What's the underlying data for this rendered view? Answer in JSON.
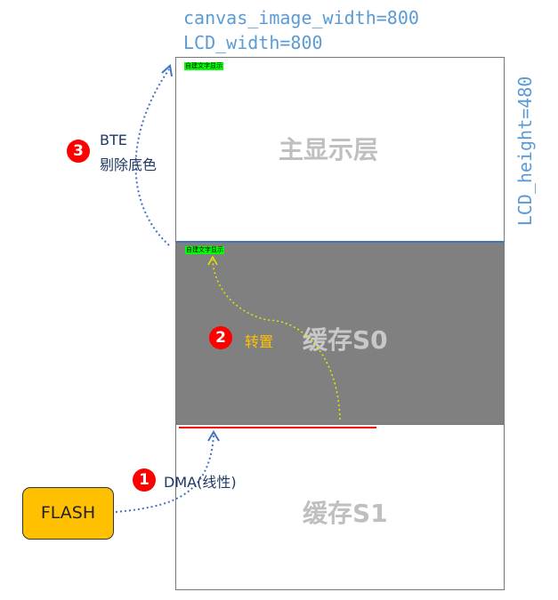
{
  "labels": {
    "canvas_width": "canvas_image_width=800",
    "lcd_width": "LCD_width=800",
    "lcd_height": "LCD_height=480"
  },
  "layers": {
    "main": "主显示层",
    "s0": "缓存S0",
    "s1": "缓存S1",
    "tag": "自建文字显示"
  },
  "steps": [
    {
      "num": "1",
      "label": "DMA(线性)"
    },
    {
      "num": "2",
      "label": "转置"
    },
    {
      "num": "3",
      "label1": "BTE",
      "label2": "剔除底色"
    }
  ],
  "flash": "FLASH",
  "colors": {
    "gray": "#808080",
    "flash": "#FFC000",
    "red": "#FF0000",
    "accent": "#5B9BD5"
  }
}
